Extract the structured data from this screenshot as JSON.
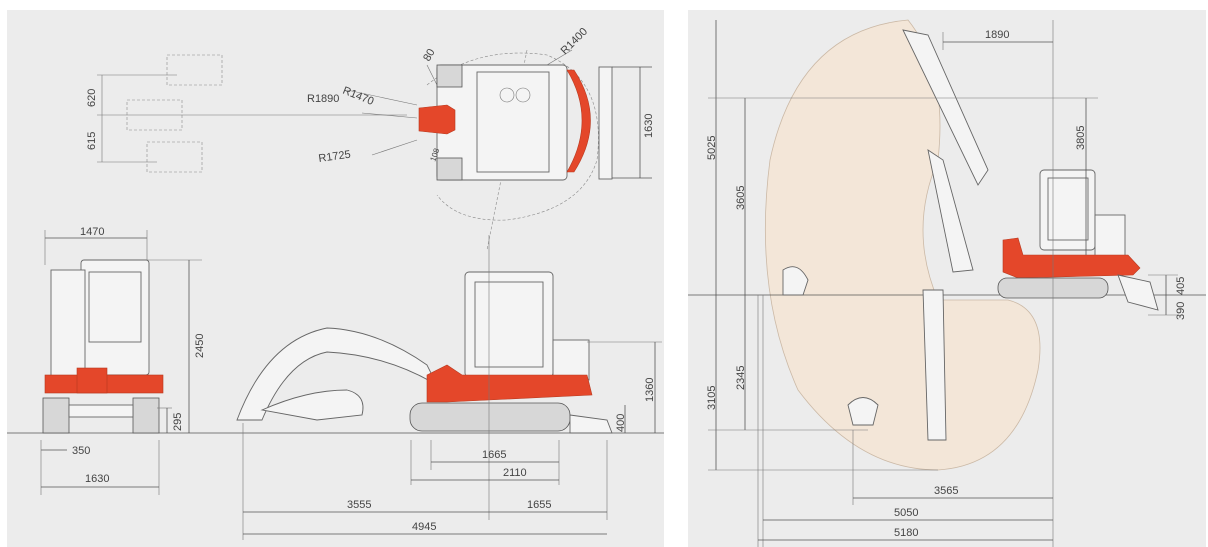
{
  "colors": {
    "accent_red": "#e4472a",
    "envelope": "#f3e6d8",
    "panel_bg": "#ececec"
  },
  "left_panel": {
    "top_view": {
      "radius_labels": [
        "R1470",
        "R1890",
        "R1725",
        "R1400"
      ],
      "angle_label": "80",
      "offset_labels": [
        "620",
        "615"
      ],
      "side_labels": [
        "1630",
        "108"
      ]
    },
    "front_view": {
      "labels": [
        "1470",
        "2450",
        "295",
        "350",
        "1630"
      ]
    },
    "side_view": {
      "labels": [
        "1360",
        "400",
        "1665",
        "2110",
        "3555",
        "1655",
        "4945"
      ]
    }
  },
  "right_panel": {
    "working_range": {
      "vertical_labels": [
        "5025",
        "3605",
        "3105",
        "2345",
        "3805",
        "405",
        "390"
      ],
      "horizontal_labels": [
        "1890",
        "3565",
        "5050",
        "5180"
      ]
    }
  }
}
